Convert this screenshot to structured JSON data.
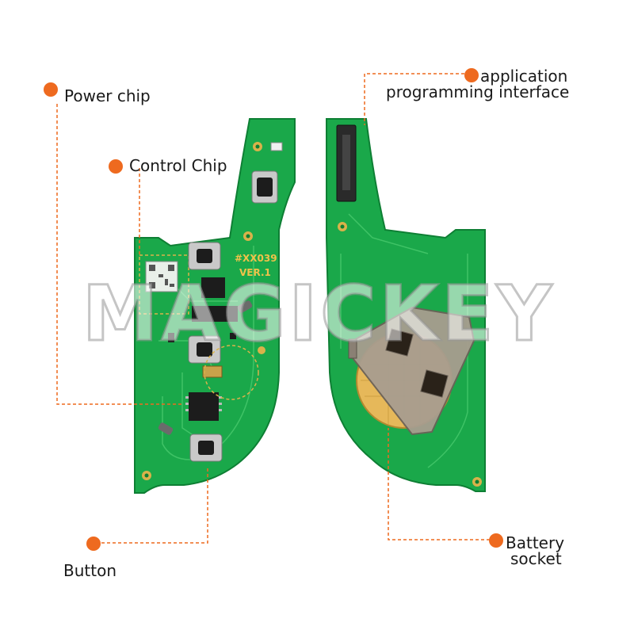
{
  "colors": {
    "accent": "#ee6a1f",
    "pcb": "#1aa84a",
    "pcb_dark": "#0f8a3a",
    "gold": "#d9b24a"
  },
  "labels": {
    "power_chip": "Power chip",
    "control_chip": "Control Chip",
    "api_line1": "application",
    "api_line2": "programming interface",
    "button": "Button",
    "battery_line1": "Battery",
    "battery_line2": "socket"
  },
  "board": {
    "model": "#XX039",
    "version": "VER.1"
  },
  "watermark_text": "MAGICKEY"
}
